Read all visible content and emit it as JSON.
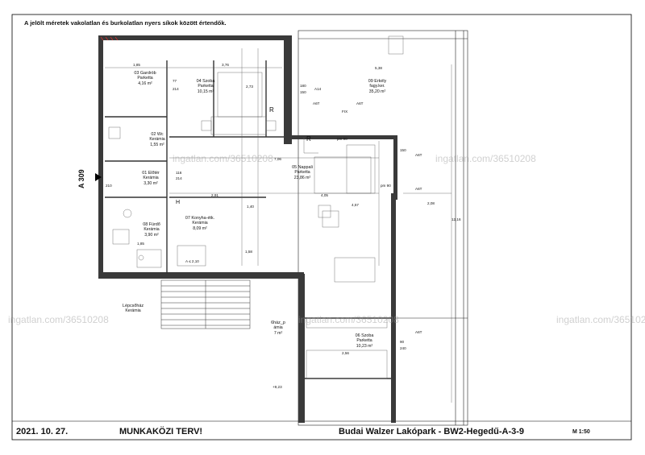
{
  "header_note": "A jelölt méretek vakolatlan és burkolatlan nyers síkok között értendők.",
  "footer": {
    "date": "2021. 10. 27.",
    "status": "MUNKAKÖZI TERV!",
    "project": "Budai Walzer Lakópark - BW2-Hegedű-A-3-9",
    "scale": "M 1:50"
  },
  "watermark": "ingatlan.com/36510208",
  "apartment_label": "A 309",
  "rooms": [
    {
      "id": "03",
      "name": "03 Gardrób",
      "floor": "Parketta",
      "area": "4,16 m²"
    },
    {
      "id": "04",
      "name": "04 Szoba",
      "floor": "Parketta",
      "area": "10,15 m²"
    },
    {
      "id": "02",
      "name": "02 Wc",
      "floor": "Kerámia",
      "area": "1,55 m²"
    },
    {
      "id": "01",
      "name": "01 Előtér",
      "floor": "Kerámia",
      "area": "3,30 m²"
    },
    {
      "id": "05",
      "name": "05 Nappali",
      "floor": "Parketta",
      "area": "23,86 m²"
    },
    {
      "id": "09",
      "name": "09 Erkély",
      "floor": "fagy.ker.",
      "area": "35,20 m²"
    },
    {
      "id": "08",
      "name": "08 Fürdő",
      "floor": "Kerámia",
      "area": "3,90 m²"
    },
    {
      "id": "07",
      "name": "07 Konyha-étk.",
      "floor": "Kerámia",
      "area": "8,09 m²"
    },
    {
      "id": "06",
      "name": "06 Szoba",
      "floor": "Parketta",
      "area": "10,23 m²"
    },
    {
      "id": "stair",
      "name": "Lépcsőház",
      "floor": "Kerámia",
      "area": ""
    },
    {
      "id": "neighbor",
      "name": "6ház_p",
      "floor": "ámia",
      "area": "7 m²"
    }
  ],
  "dimensions": {
    "d1": "1,85",
    "d2": "3,76",
    "d3": "5,38",
    "d4": "7,06",
    "d5": "4,05",
    "d6": "2,91",
    "d7": "2,08",
    "d8": "12,16",
    "d9": "4,57",
    "d10": "2,56",
    "d11": "1,58",
    "d12": "1,40",
    "d13": "2,73",
    "d14": "1,85",
    "h1": "77",
    "h2": "214",
    "h3": "180",
    "h4": "150",
    "h5": "150",
    "h6": "240",
    "h7": "90",
    "h8": "210",
    "h9": "116",
    "h10": "214",
    "fix": "FIX",
    "r": "R",
    "h": "H",
    "level": "+9,23",
    "a1": "A14",
    "a2": "A6T",
    "a3": "A6T",
    "a4": "A6T",
    "a5": "A6T",
    "a6": "A6T",
    "pm1": "pm 90",
    "pm2": "pm 90",
    "a_small": "A ≤ 2,10"
  }
}
